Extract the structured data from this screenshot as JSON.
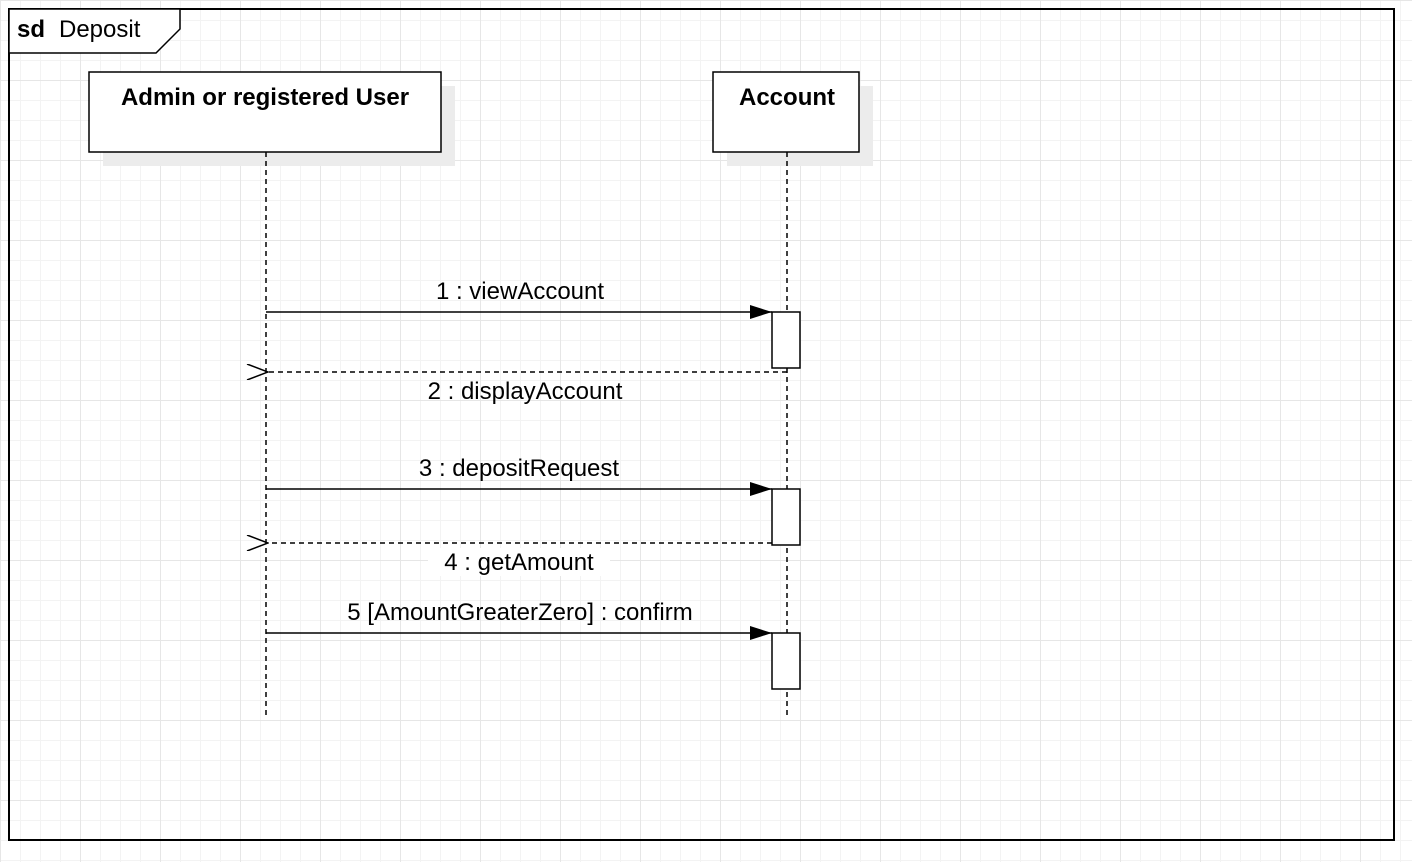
{
  "frame": {
    "keyword": "sd",
    "name": "Deposit"
  },
  "lifelines": [
    {
      "label": "Admin or registered User"
    },
    {
      "label": "Account"
    }
  ],
  "messages": [
    {
      "label": "1 : viewAccount",
      "kind": "synchronous"
    },
    {
      "label": "2 : displayAccount",
      "kind": "reply"
    },
    {
      "label": "3 : depositRequest",
      "kind": "synchronous"
    },
    {
      "label": "4 : getAmount",
      "kind": "reply"
    },
    {
      "label": "5 [AmountGreaterZero] : confirm",
      "kind": "synchronous"
    }
  ],
  "colors": {
    "line": "#000000",
    "shadow": "#eeeeee",
    "fill": "#ffffff"
  }
}
